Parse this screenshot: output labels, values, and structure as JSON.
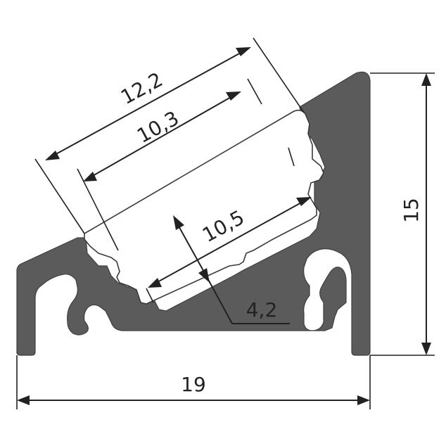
{
  "drawing": {
    "colors": {
      "profile_fill": "#5b5b5b",
      "profile_stroke": "#3f3f3f",
      "dimension_lines": "#222222",
      "background": "#ffffff"
    },
    "dimensions": {
      "total_width": "19",
      "total_height": "15",
      "diffuser_outer_width": "12,2",
      "diffuser_inner_width": "10,3",
      "channel_width": "10,5",
      "channel_depth": "4,2"
    }
  }
}
